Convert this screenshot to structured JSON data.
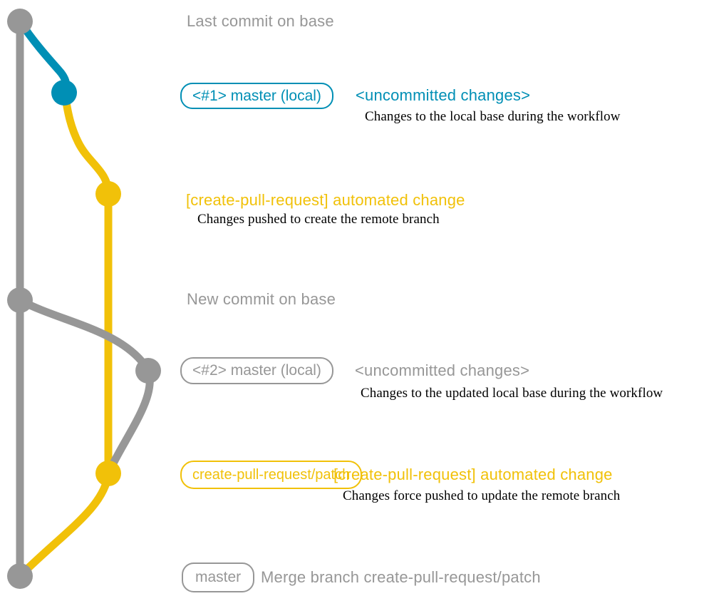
{
  "colors": {
    "gray": "#979797",
    "blue": "#008fb5",
    "yellow": "#f1c109",
    "ink": "#000000",
    "background": "#ffffff"
  },
  "graph": {
    "type": "git-commit-graph",
    "branches": [
      {
        "name": "base (master remote)",
        "color": "#979797"
      },
      {
        "name": "master (local) uncommitted #1",
        "color": "#008fb5"
      },
      {
        "name": "create-pull-request/patch",
        "color": "#f1c109"
      },
      {
        "name": "master (local) uncommitted #2",
        "color": "#979797"
      }
    ],
    "commits": [
      {
        "id": "last-commit-on-base",
        "branch": "base",
        "color": "#979797"
      },
      {
        "id": "uncommitted-changes-1",
        "branch": "master-local-1",
        "color": "#008fb5"
      },
      {
        "id": "automated-change-1",
        "branch": "create-pull-request/patch",
        "color": "#f1c109"
      },
      {
        "id": "new-commit-on-base",
        "branch": "base",
        "color": "#979797"
      },
      {
        "id": "uncommitted-changes-2",
        "branch": "master-local-2",
        "color": "#979797"
      },
      {
        "id": "automated-change-2",
        "branch": "create-pull-request/patch",
        "color": "#f1c109"
      },
      {
        "id": "merge-commit",
        "branch": "base",
        "color": "#979797"
      }
    ]
  },
  "annotations": {
    "last_commit": {
      "label": "Last commit on base"
    },
    "local_1": {
      "badge": "<#1> master (local)",
      "note": "<uncommitted changes>",
      "description": "Changes to the local base during the workflow"
    },
    "automated_1": {
      "title": "[create-pull-request] automated change",
      "description": "Changes pushed to create the remote branch"
    },
    "new_commit": {
      "label": "New commit on base"
    },
    "local_2": {
      "badge": "<#2> master (local)",
      "note": "<uncommitted changes>",
      "description": "Changes to the updated local base during the workflow"
    },
    "automated_2": {
      "badge": "create-pull-request/patch",
      "title": "[create-pull-request] automated change",
      "description": "Changes force pushed to update the remote branch"
    },
    "merge": {
      "badge": "master",
      "title": "Merge branch create-pull-request/patch"
    }
  }
}
